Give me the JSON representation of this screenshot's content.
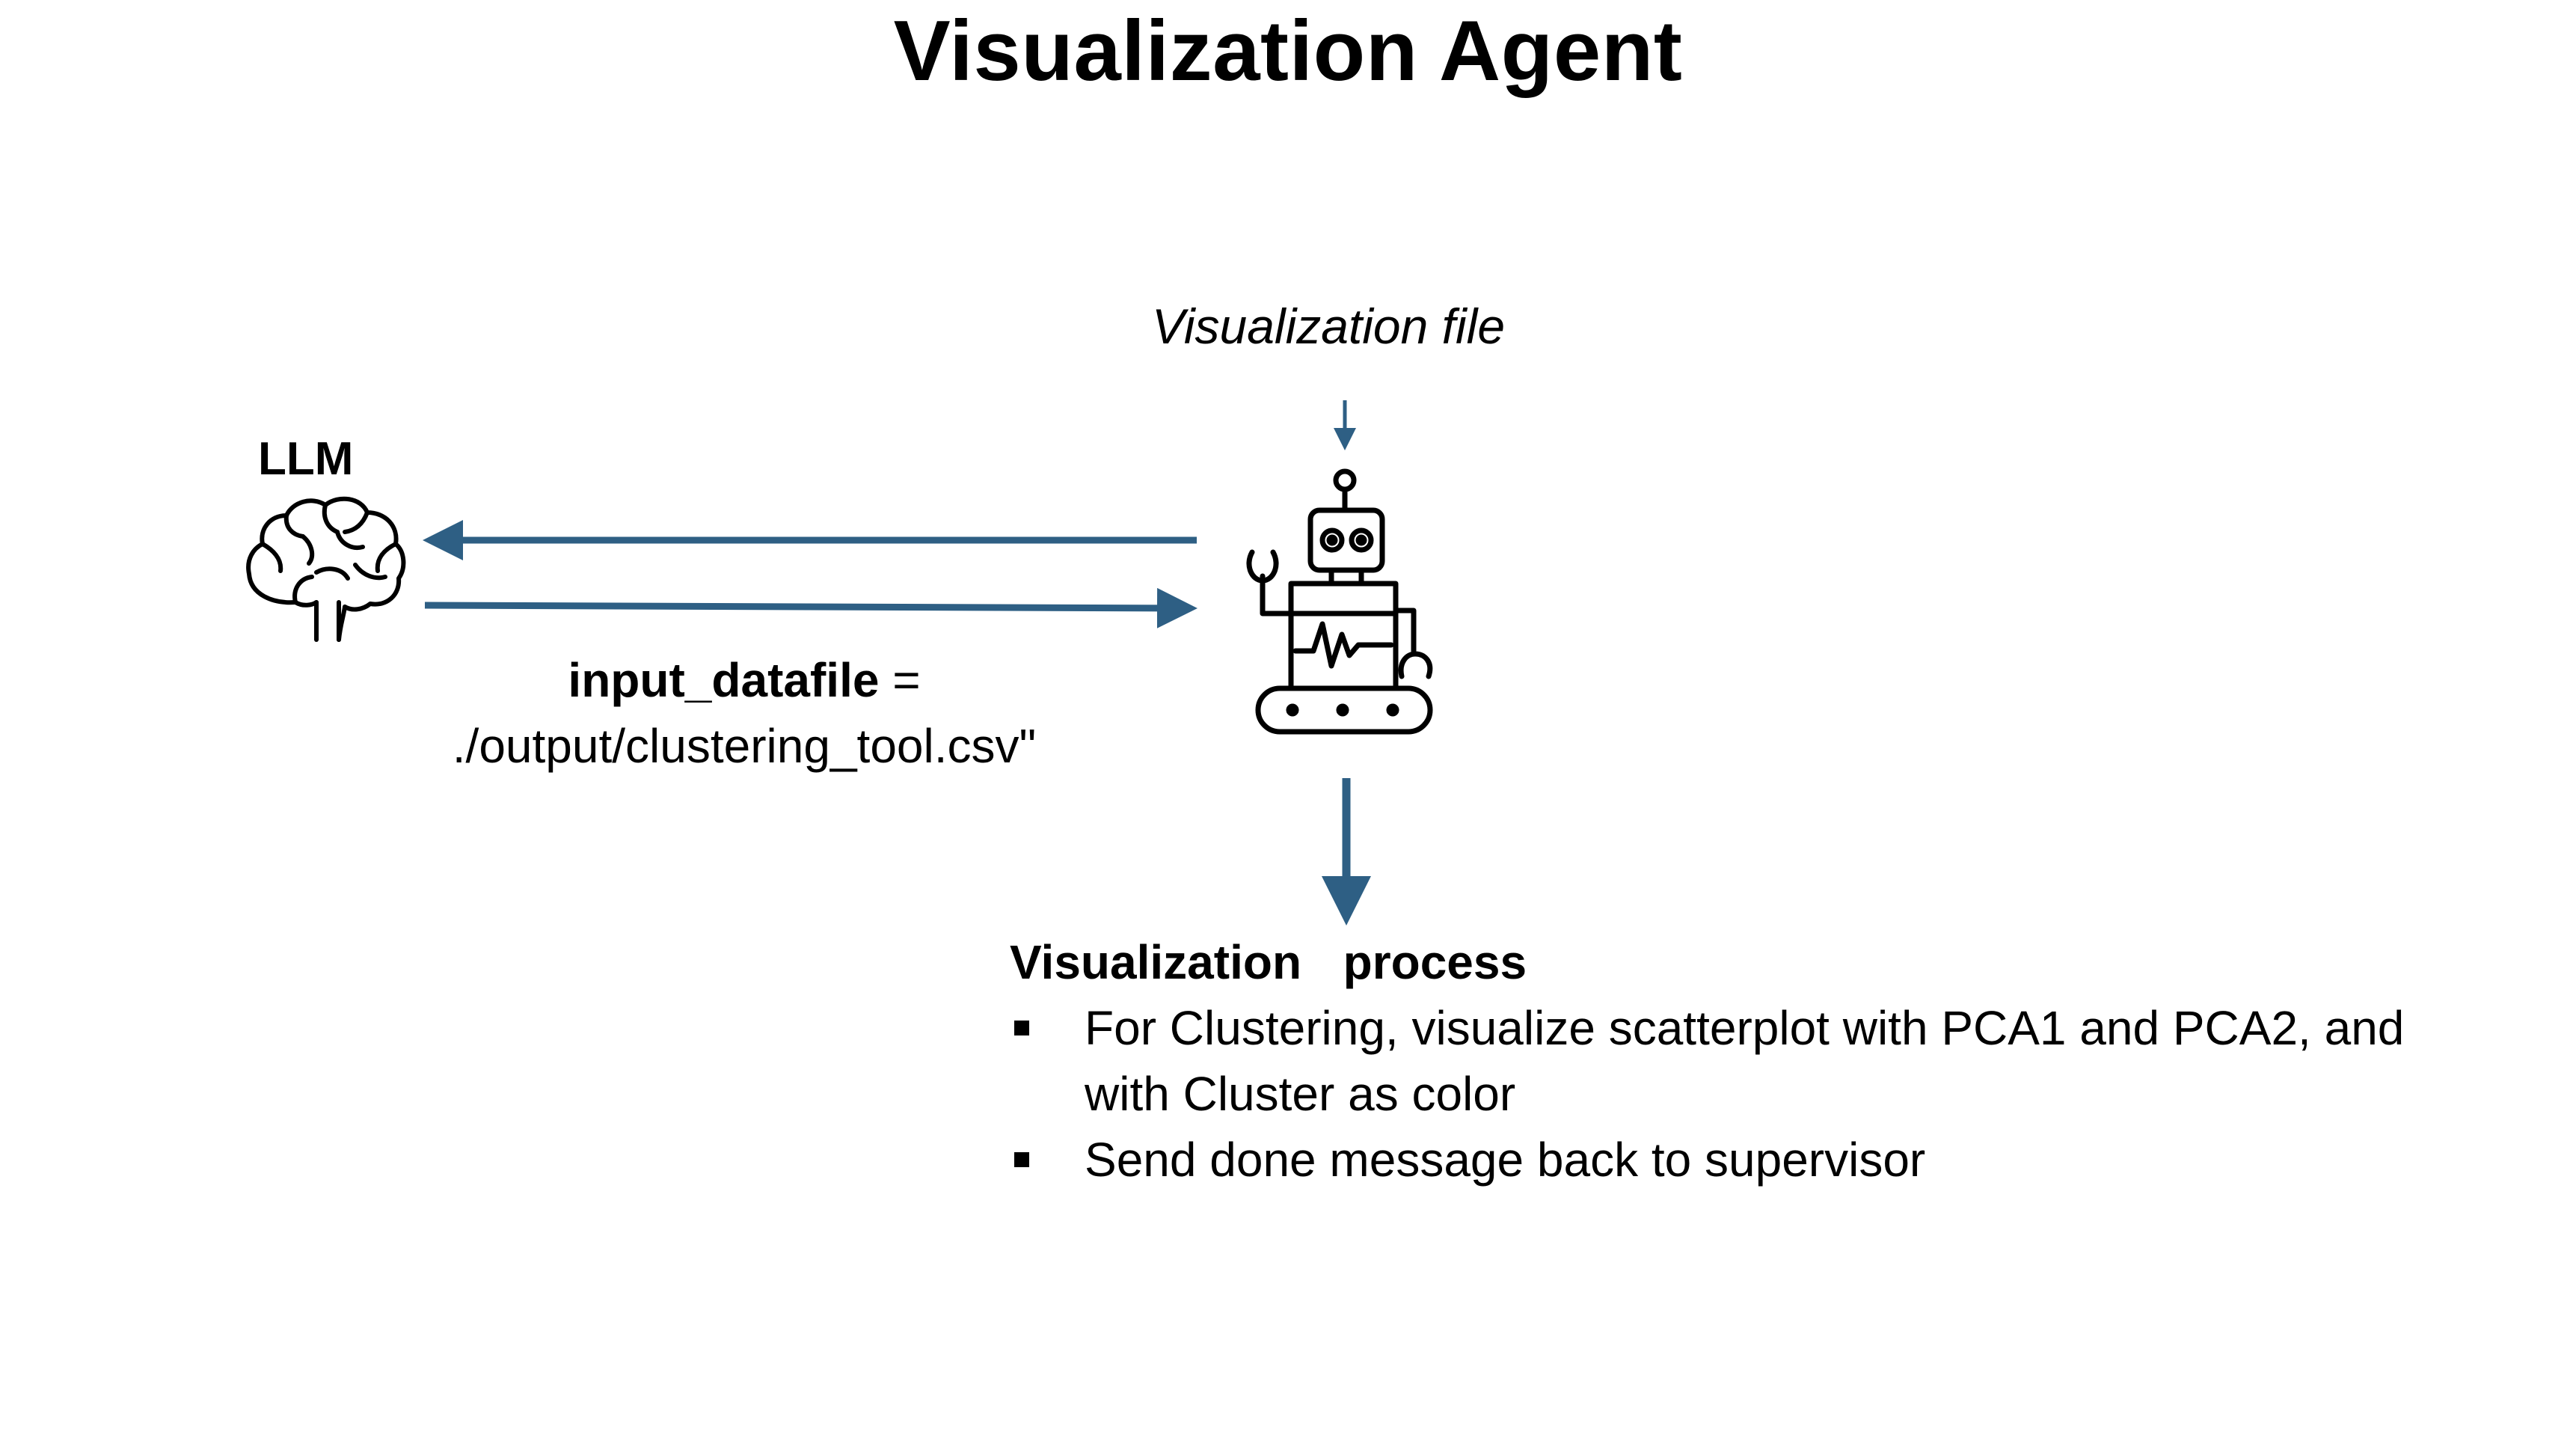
{
  "title": "Visualization Agent",
  "llm": {
    "label": "LLM",
    "icon": "brain-icon"
  },
  "agent": {
    "icon": "robot-icon",
    "input_file_label": "Visualization file"
  },
  "input_label": {
    "key": "input_datafile",
    "equals": " =",
    "value": "./output/clustering_tool.csv\""
  },
  "process": {
    "title": "Visualization  process",
    "items": [
      "For Clustering, visualize scatterplot with PCA1 and PCA2, and with Cluster as color",
      "Send done message back to supervisor"
    ]
  },
  "colors": {
    "arrow": "#2e5f84",
    "text": "#000000",
    "background": "#ffffff"
  }
}
